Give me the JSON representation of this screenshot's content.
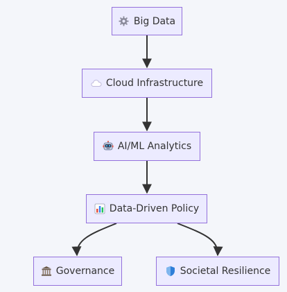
{
  "nodes": {
    "big_data": {
      "label": "Big Data",
      "icon": "gear-icon"
    },
    "cloud_infrastructure": {
      "label": "Cloud Infrastructure",
      "icon": "cloud-icon"
    },
    "ai_ml_analytics": {
      "label": "AI/ML Analytics",
      "icon": "robot-icon"
    },
    "data_driven_policy": {
      "label": "Data-Driven Policy",
      "icon": "bar-chart-icon"
    },
    "governance": {
      "label": "Governance",
      "icon": "classical-building-icon"
    },
    "societal_resilience": {
      "label": "Societal Resilience",
      "icon": "shield-icon"
    }
  },
  "edges": [
    {
      "from": "big_data",
      "to": "cloud_infrastructure"
    },
    {
      "from": "cloud_infrastructure",
      "to": "ai_ml_analytics"
    },
    {
      "from": "ai_ml_analytics",
      "to": "data_driven_policy"
    },
    {
      "from": "data_driven_policy",
      "to": "governance"
    },
    {
      "from": "data_driven_policy",
      "to": "societal_resilience"
    }
  ],
  "colors": {
    "background": "#f4f6fa",
    "node_fill": "#ecebff",
    "node_border": "#9370db",
    "edge": "#333333",
    "text": "#333333"
  }
}
